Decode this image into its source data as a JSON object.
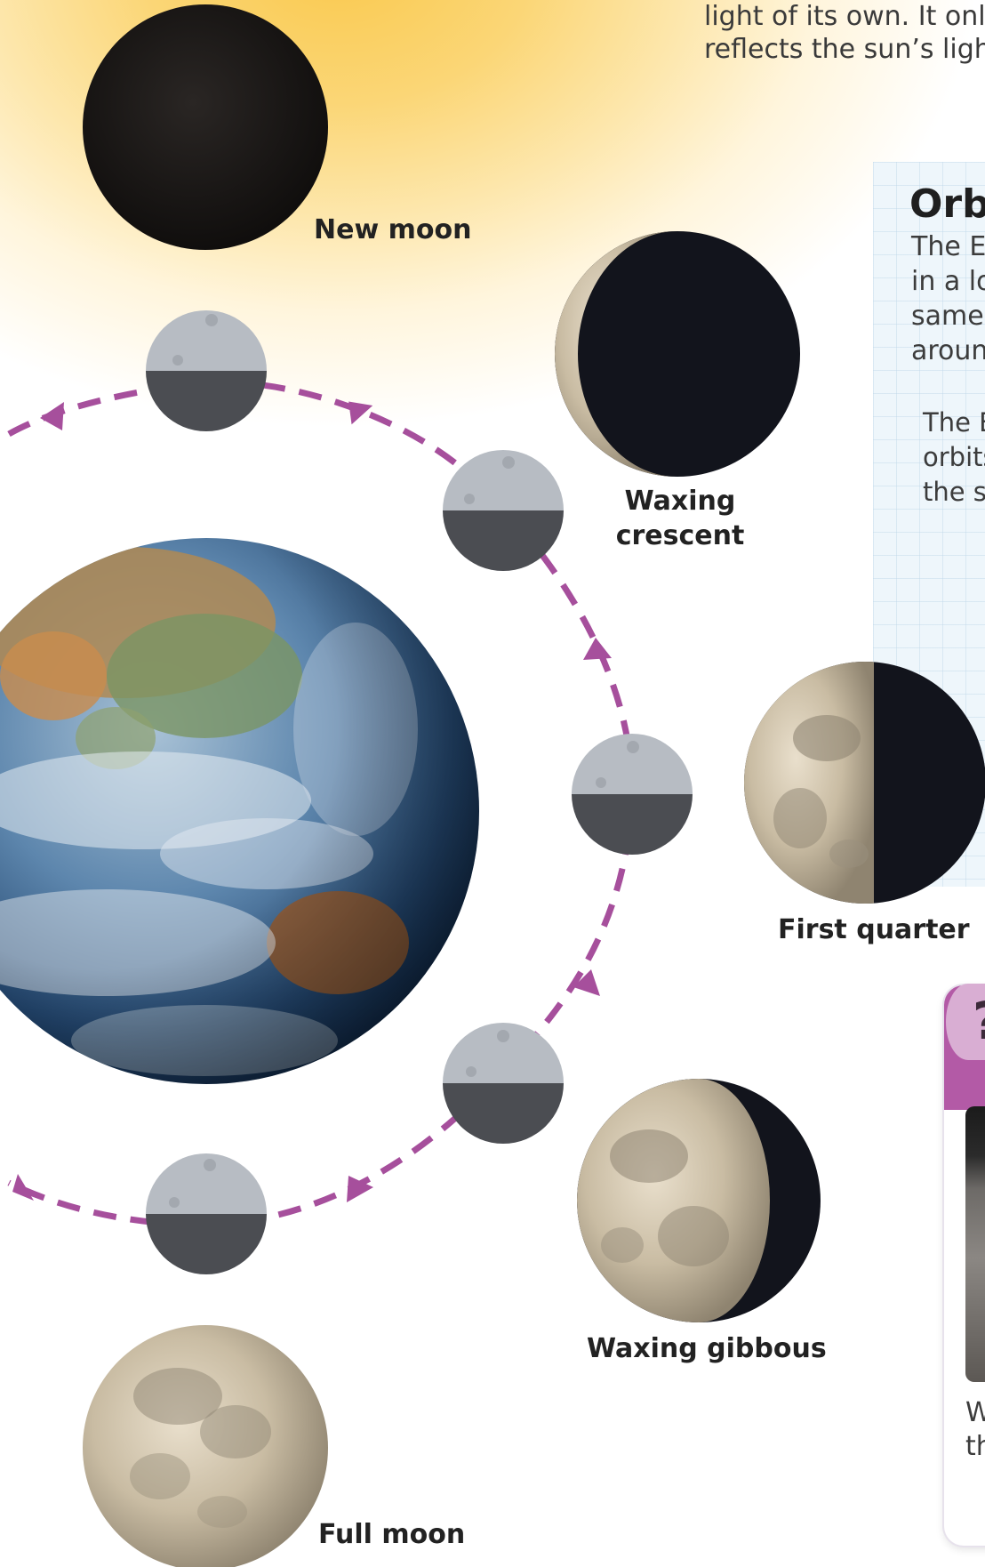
{
  "intro": {
    "line1": "light of its own. It only",
    "line2": "reflects the sun’s light"
  },
  "phases": {
    "new_moon": "New moon",
    "waxing_crescent_1": "Waxing",
    "waxing_crescent_2": "crescent",
    "first_quarter": "First quarter",
    "waxing_gibbous": "Waxing gibbous",
    "full_moon": "Full moon"
  },
  "panel": {
    "heading": "Orb",
    "line1": "The E",
    "line2": "in a lo",
    "line3": "same",
    "line4": "aroun",
    "caption1": "The E",
    "caption2": "orbits",
    "caption3": "the s"
  },
  "quiz": {
    "mark": "?",
    "line1": "W",
    "line2": "th"
  },
  "colors": {
    "orbit_path": "#a64f9c",
    "quiz_header": "#b35aa6",
    "moon_lit": "#b7bcc3",
    "moon_dark": "#4b4d52"
  }
}
